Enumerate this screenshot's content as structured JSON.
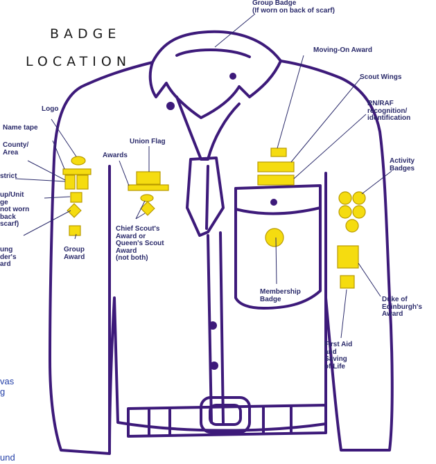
{
  "title": {
    "line1": "BADGE",
    "line2": "LOCATION"
  },
  "labels": {
    "group_badge": "Group Badge\n(If worn on back of scarf)",
    "moving_on": "Moving-On Award",
    "scout_wings": "Scout Wings",
    "rn_raf": "RN/RAF\nrecognition/\nidentification",
    "logo": "Logo",
    "name_tape": "Name tape",
    "county": "County/\nArea",
    "district": "strict",
    "group_unit": "up/Unit\nge\nnot worn\nback\nscarf)",
    "young_leader": "ung\nder's\nard",
    "group_award": "Group\nAward",
    "union_flag": "Union Flag",
    "awards": "Awards",
    "chief_scout": "Chief Scout's\nAward or\nQueen's Scout\nAward\n(not both)",
    "activity": "Activity\nBadges",
    "membership": "Membership\nBadge",
    "duke": "Duke of\nEdinburgh's\nAward",
    "first_aid": "First Aid\nand\nSaving\nof Life"
  },
  "side_text": {
    "line1": "vas",
    "line2": "g",
    "line3": "und"
  },
  "colors": {
    "outline": "#3d1a7a",
    "badge_fill": "#f5dc10",
    "badge_stroke": "#b89a00",
    "label_text": "#2a2a6a"
  }
}
